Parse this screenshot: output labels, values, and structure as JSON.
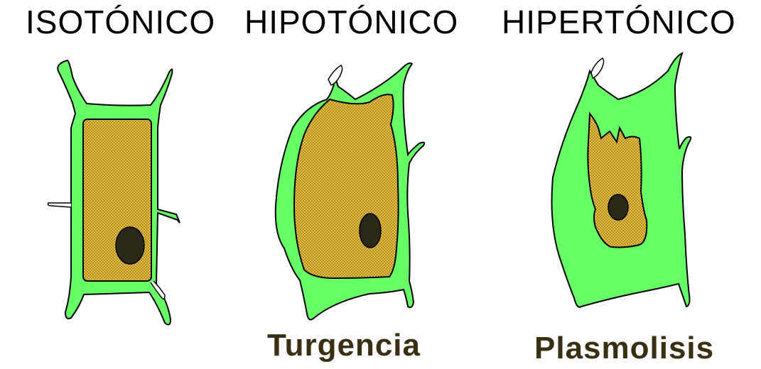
{
  "columns": [
    {
      "title": "ISOTÓNICO",
      "caption": ""
    },
    {
      "title": "HIPOTÓNICO",
      "caption": "Turgencia"
    },
    {
      "title": "HIPERTÓNICO",
      "caption": "Plasmolisis"
    }
  ],
  "colors": {
    "cell_wall_fill": "#66ff66",
    "cytoplasm": "#e8bf3f",
    "nucleus": "#2b2818",
    "outline": "#000000",
    "text": "#000000"
  }
}
